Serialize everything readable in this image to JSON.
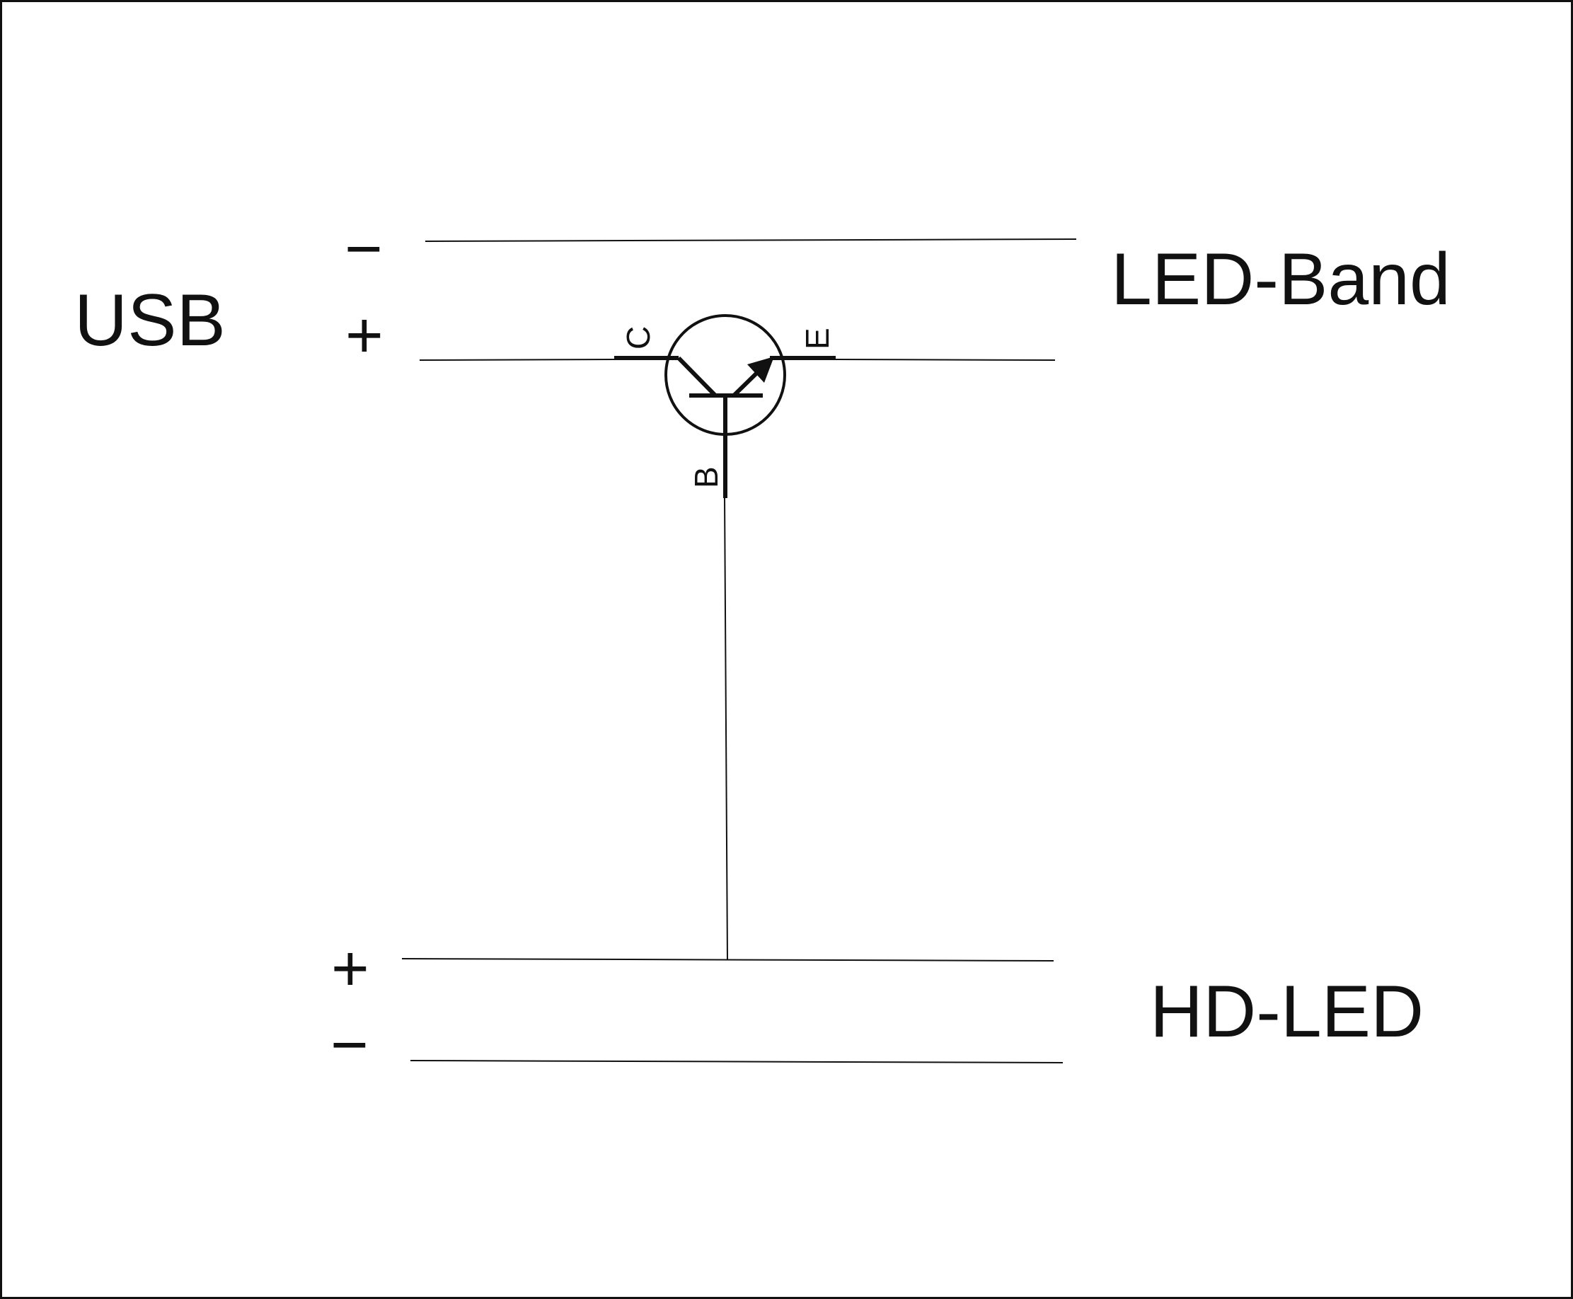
{
  "labels": {
    "usb": "USB",
    "led_band": "LED-Band",
    "hd_led": "HD-LED",
    "usb_minus": "−",
    "usb_plus": "+",
    "hd_plus": "+",
    "hd_minus": "−"
  },
  "transistor": {
    "pin_c": "C",
    "pin_e": "E",
    "pin_b": "B"
  },
  "colors": {
    "stroke": "#111111",
    "background": "#ffffff"
  }
}
